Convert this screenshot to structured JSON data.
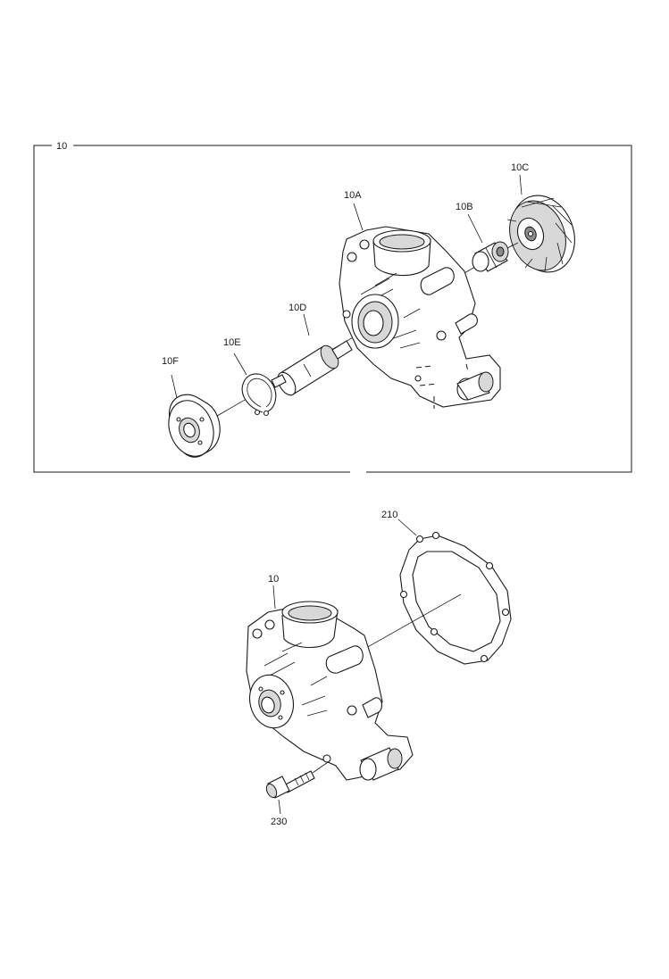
{
  "labels": {
    "assembly": "10",
    "housing": "10A",
    "bearing": "10B",
    "impeller": "10C",
    "shaft": "10D",
    "circlip": "10E",
    "hub": "10F",
    "pump": "10",
    "gasket": "210",
    "bolt": "230"
  }
}
